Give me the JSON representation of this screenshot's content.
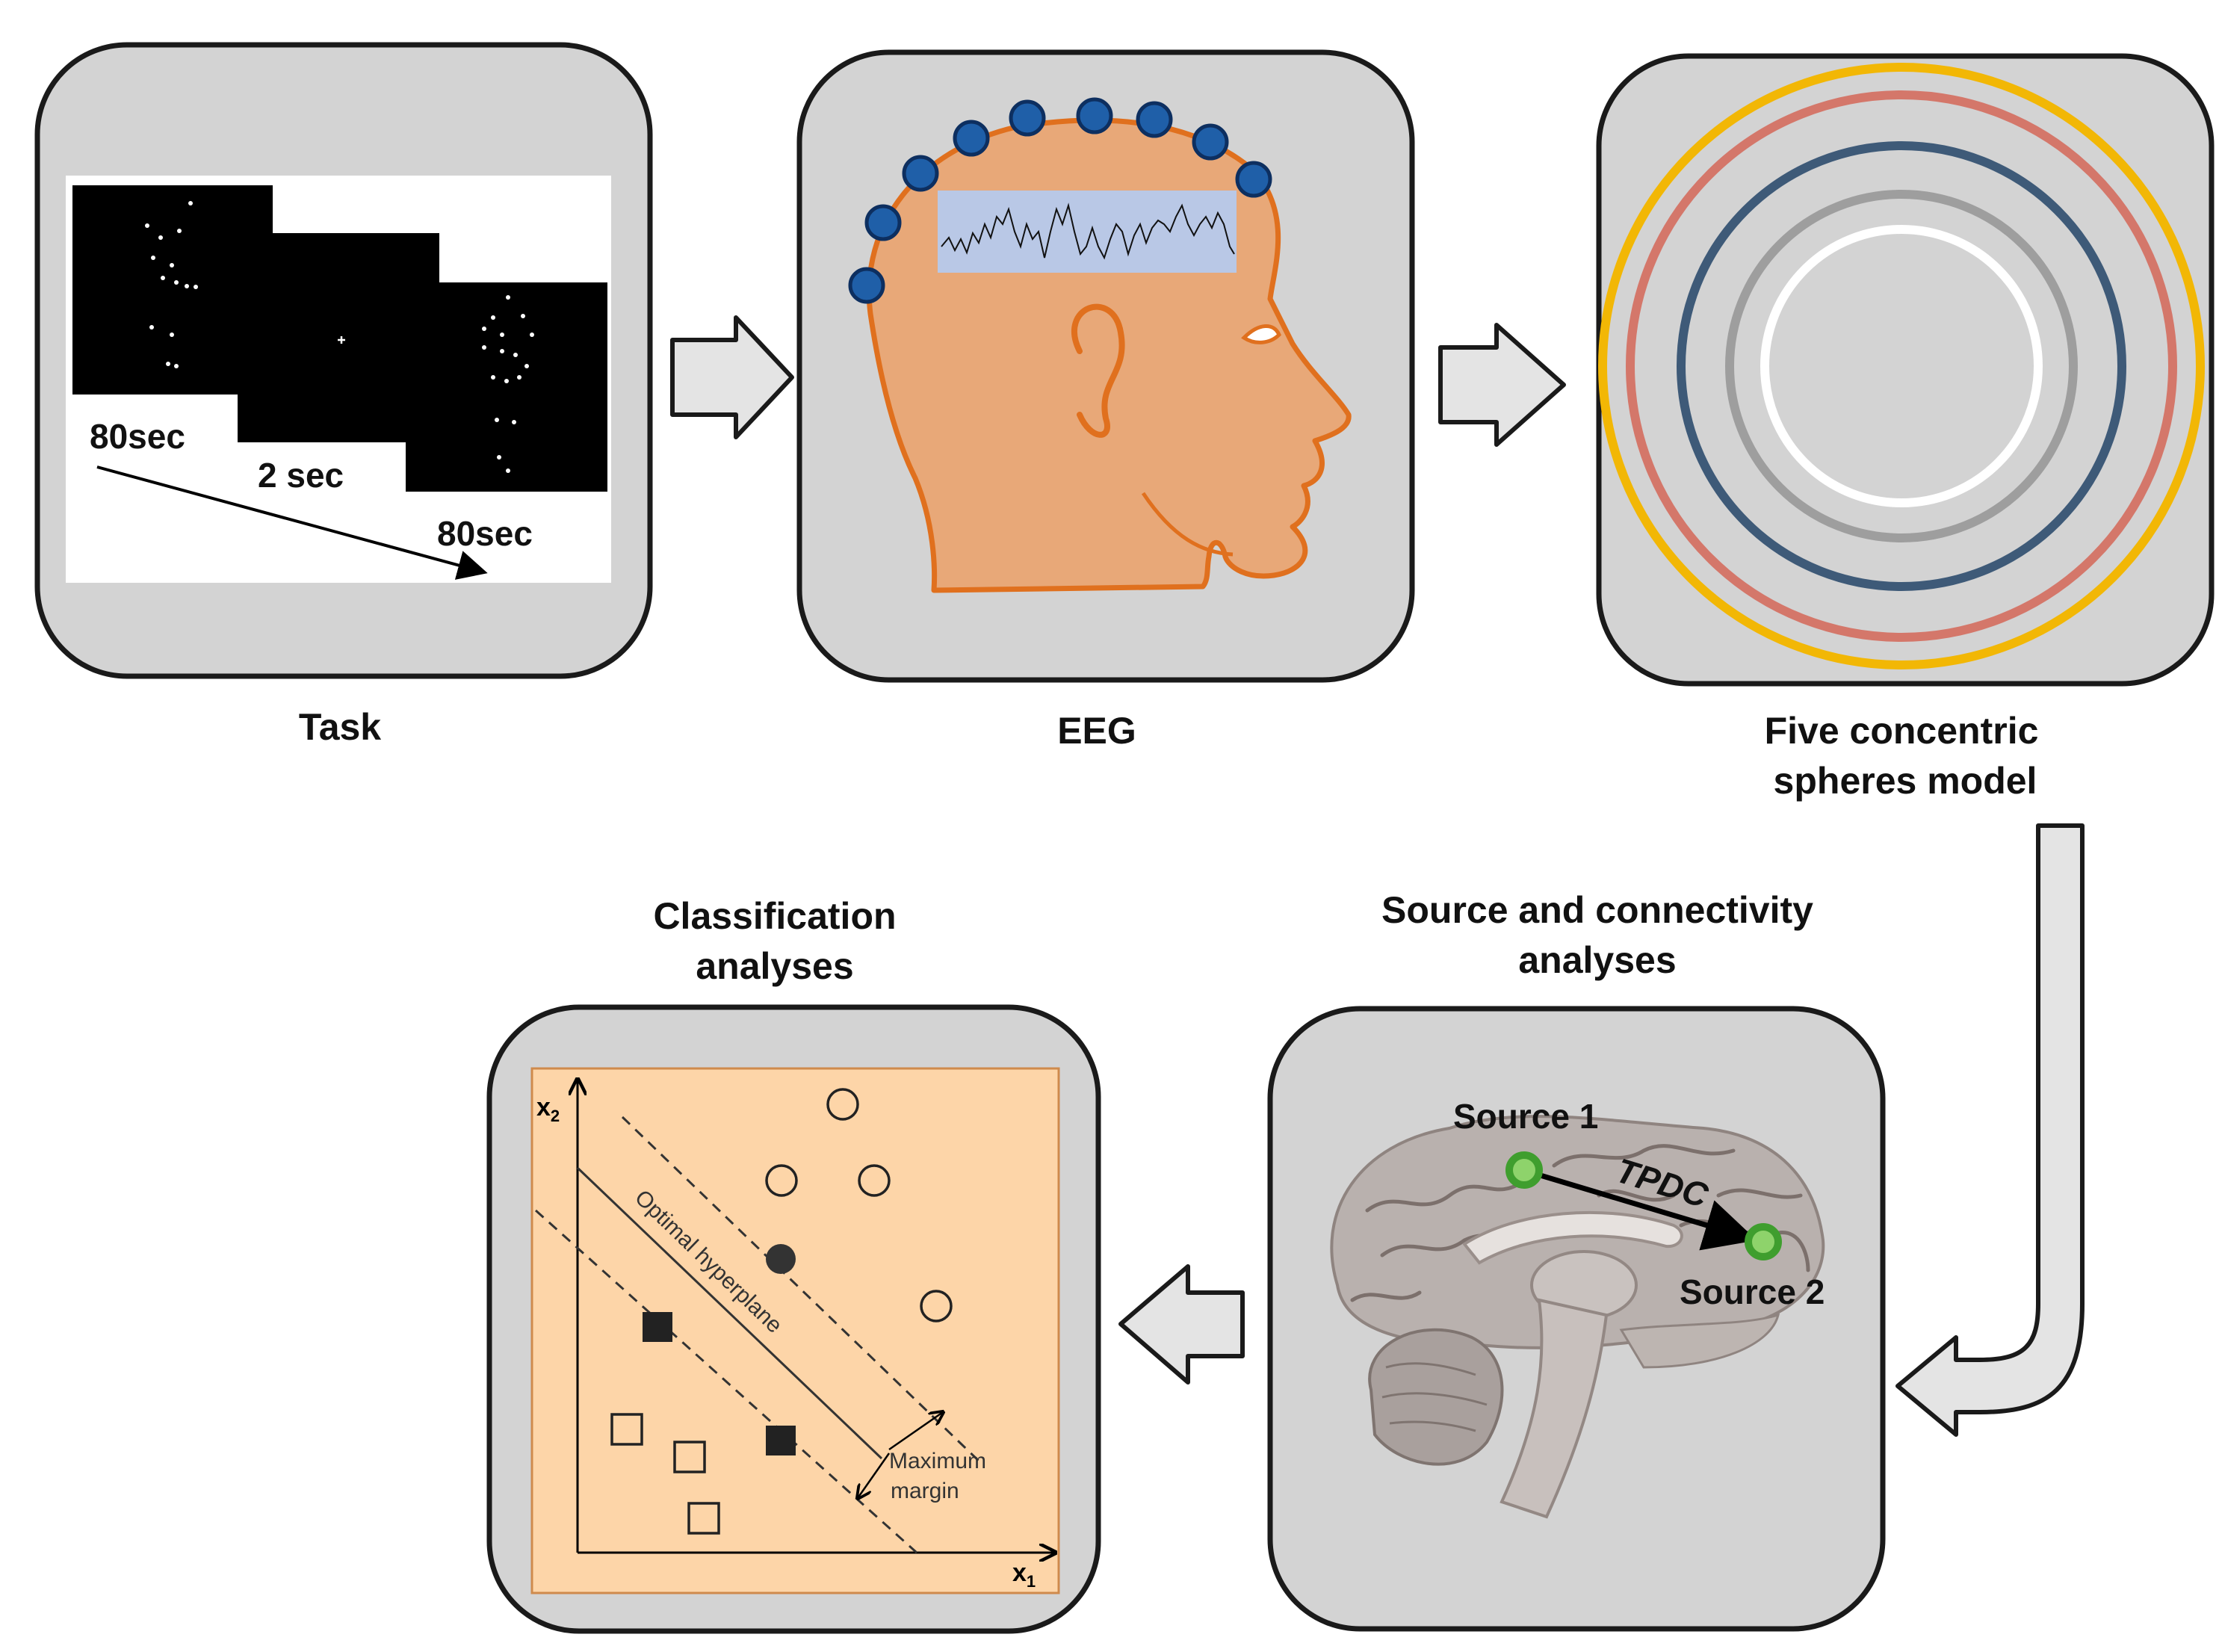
{
  "stages": {
    "task": {
      "label": "Task",
      "time_1": "80sec",
      "time_2": "2 sec",
      "time_3": "80sec"
    },
    "eeg": {
      "label": "EEG"
    },
    "spheres": {
      "label_line1": "Five concentric",
      "label_line2": "spheres model",
      "ring_colors": [
        "#f2b705",
        "#d4776a",
        "#3e5a78",
        "#9e9e9e",
        "#ffffff"
      ]
    },
    "source": {
      "label_line1": "Source and connectivity",
      "label_line2": "analyses",
      "source_1": "Source 1",
      "source_2": "Source 2",
      "link_label": "TPDC"
    },
    "classification": {
      "label_line1": "Classification",
      "label_line2": "analyses",
      "x_axis": "x",
      "x_axis_sub": "1",
      "y_axis": "x",
      "y_axis_sub": "2",
      "hyperplane_label": "Optimal hyperplane",
      "margin_line1": "Maximum",
      "margin_line2": "margin"
    }
  },
  "colors": {
    "panel_fill": "#d3d3d3",
    "panel_stroke": "#1a1a1a",
    "skin": "#e8a878",
    "skin_outline": "#e0701e",
    "electrode": "#1f5fa8",
    "svm_background": "#fdd5a8",
    "source_marker": "#4caf3a"
  }
}
